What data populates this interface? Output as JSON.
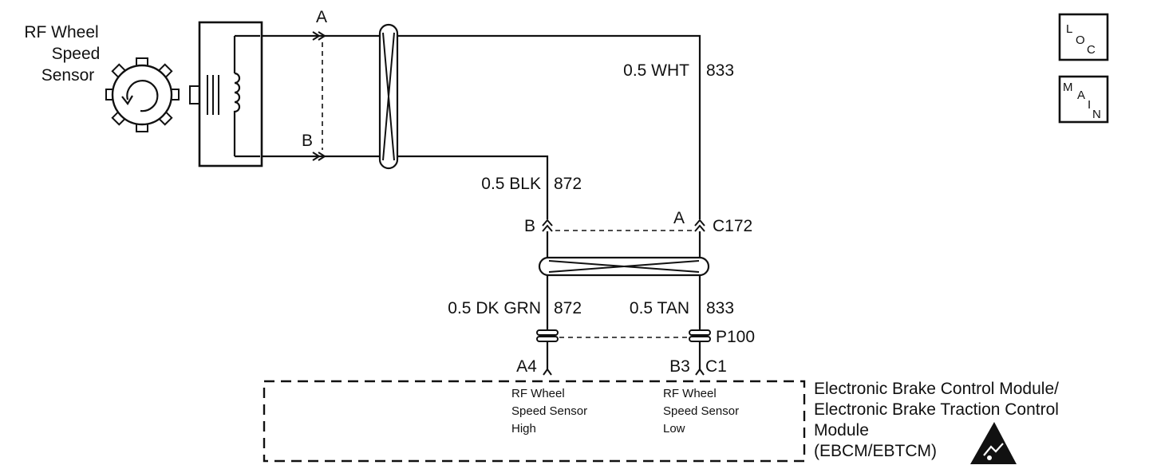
{
  "sensor": {
    "label_lines": [
      "RF Wheel",
      "Speed",
      "Sensor"
    ],
    "pin_a": "A",
    "pin_b": "B"
  },
  "wires": {
    "upper_right": {
      "size_color": "0.5 WHT",
      "circuit": "833"
    },
    "upper_left": {
      "size_color": "0.5 BLK",
      "circuit": "872"
    },
    "lower_left": {
      "size_color": "0.5 DK GRN",
      "circuit": "872"
    },
    "lower_right": {
      "size_color": "0.5 TAN",
      "circuit": "833"
    }
  },
  "connector_c172": {
    "name": "C172",
    "pin_left": "B",
    "pin_right": "A"
  },
  "connector_p100": {
    "name": "P100"
  },
  "connector_c1": {
    "name": "C1",
    "pin_left": "A4",
    "pin_right": "B3"
  },
  "module": {
    "label_lines": [
      "Electronic Brake Control Module/",
      "Electronic Brake Traction Control",
      "Module",
      "(EBCM/EBTCM)"
    ],
    "pin_a4_desc": [
      "RF Wheel",
      "Speed Sensor",
      "High"
    ],
    "pin_b3_desc": [
      "RF Wheel",
      "Speed Sensor",
      "Low"
    ]
  },
  "symbols": {
    "loc": [
      "L",
      "O",
      "C"
    ],
    "main": [
      "M",
      "A",
      "I",
      "N"
    ]
  },
  "icons": {
    "esd": "esd-warning-icon"
  }
}
